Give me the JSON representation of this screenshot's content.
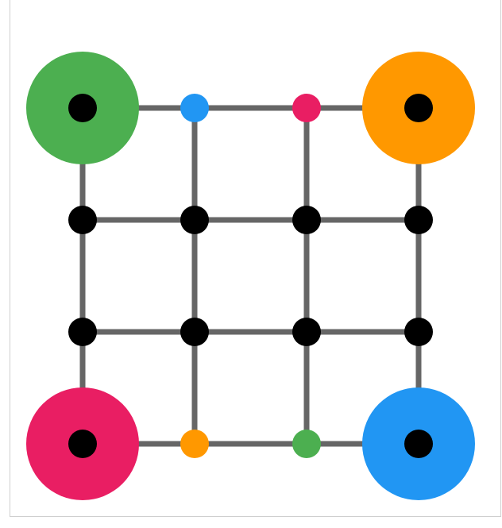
{
  "colors": {
    "edge": "#666666",
    "node": "#000000",
    "green": "#4caf50",
    "orange": "#ff9800",
    "pink": "#e91e63",
    "blue": "#2196f3"
  },
  "grid": {
    "rows": 4,
    "cols": 4
  },
  "corner_circles": [
    {
      "name": "corner-green",
      "row": 0,
      "col": 0,
      "color": "green"
    },
    {
      "name": "corner-orange",
      "row": 0,
      "col": 3,
      "color": "orange"
    },
    {
      "name": "corner-pink",
      "row": 3,
      "col": 0,
      "color": "pink"
    },
    {
      "name": "corner-blue",
      "row": 3,
      "col": 3,
      "color": "blue"
    }
  ],
  "colored_dots": [
    {
      "name": "dot-blue",
      "row": 0,
      "col": 1,
      "color": "blue"
    },
    {
      "name": "dot-pink",
      "row": 0,
      "col": 2,
      "color": "pink"
    },
    {
      "name": "dot-orange",
      "row": 3,
      "col": 1,
      "color": "orange"
    },
    {
      "name": "dot-green",
      "row": 3,
      "col": 2,
      "color": "green"
    }
  ]
}
